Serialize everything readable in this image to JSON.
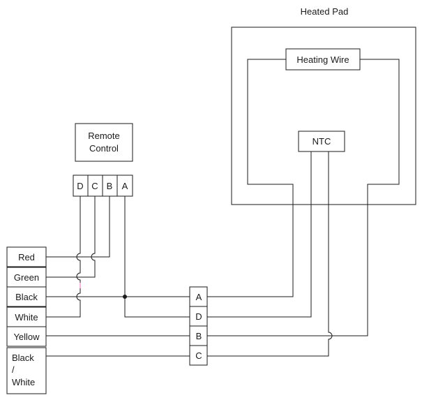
{
  "heated_pad": {
    "title": "Heated Pad",
    "heating_wire_label": "Heating Wire",
    "ntc_label": "NTC"
  },
  "remote_control": {
    "label_line1": "Remote",
    "label_line2": "Control",
    "pins": [
      "D",
      "C",
      "B",
      "A"
    ]
  },
  "terminal_block": {
    "pins": [
      "A",
      "D",
      "B",
      "C"
    ]
  },
  "cable_wires": [
    {
      "lines": [
        "Red"
      ]
    },
    {
      "lines": [
        "Green"
      ]
    },
    {
      "lines": [
        "Black"
      ]
    },
    {
      "lines": [
        "White"
      ]
    },
    {
      "lines": [
        "Yellow"
      ]
    },
    {
      "lines": [
        "Black",
        "/",
        "White"
      ]
    }
  ]
}
